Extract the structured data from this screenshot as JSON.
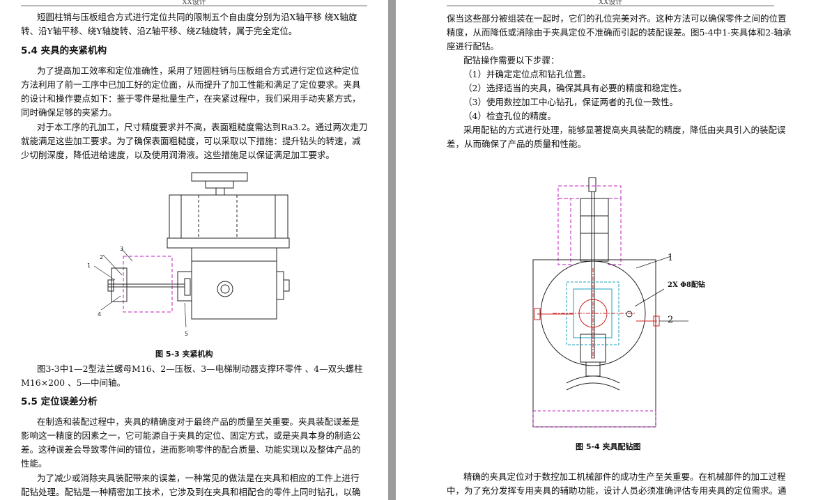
{
  "header": {
    "left": "XX设计",
    "right": "XX设计"
  },
  "left": {
    "intro": [
      "短圆柱销与压板组合方式进行定位共同的限制五个自由度分别为沿X轴平移 绕X轴旋",
      "转、沿Y轴平移、绕Y轴旋转、沿Z轴平移、绕Z轴旋转，属于完全定位。"
    ],
    "heading_54": "5.4  夹具的夹紧机构",
    "para_a": [
      "为了提高加工效率和定位准确性，采用了短圆柱销与压板组合方式进行定位这种定位",
      "方法利用了前一工序中已加工好的定位面，从而提升了加工性能和满足了定位要求。夹具",
      "的设计和操作要点如下：鉴于零件是批量生产，在夹紧过程中，我们采用手动夹紧方式，",
      "同时确保足够的夹紧力。"
    ],
    "para_b": [
      "对于本工序的孔加工，尺寸精度要求并不高，表面粗糙度需达到Ra3.2。通过两次走刀",
      "就能满足这些加工要求。为了确保表面粗糙度，可以采取以下措施：提升钻头的转速，减",
      "少切削深度，降低进给速度，以及使用润滑液。这些措施足以保证满足加工要求。"
    ],
    "figure_labels": [
      "1",
      "2",
      "3",
      "4",
      "5"
    ],
    "caption_53": "图 5-3  夹紧机构",
    "fig_note": [
      "图3-3中1—2型法兰螺母M16、2—压板、3—电梯制动器支撑环零件 、4—双头螺柱",
      "M16×200  、5—中间轴。"
    ],
    "heading_55": "5.5  定位误差分析",
    "para_c": [
      "在制造和装配过程中，夹具的精确度对于最终产品的质量至关重要。夹具装配误差是",
      "影响这一精度的因素之一，它可能源自于夹具的定位、固定方式，或是夹具本身的制造公",
      "差。这种误差会导致零件间的错位，进而影响零件的配合质量、功能实现以及整体产品的",
      "性能。"
    ],
    "para_d": [
      "为了减少或消除夹具装配带来的误差，一种常见的做法是在夹具和相应的工件上进行",
      "配钻处理。配钻是一种精密加工技术，它涉及到在夹具和相配合的零件上同时钻孔，以确"
    ]
  },
  "right": {
    "para_top": [
      "保当这些部分被组装在一起时，它们的孔位完美对齐。这种方法可以确保零件之间的位置",
      "精度，从而降低或消除由于夹具定位不准确而引起的装配误差。图5-4中1-夹具体和2-轴承",
      "座进行配钻。"
    ],
    "steps_title": "配钻操作需要以下步骤：",
    "steps": [
      "（1）并确定定位点和钻孔位置。",
      "（2）选择适当的夹具，确保其具有必要的精度和稳定性。",
      "（3）使用数控加工中心钻孔，保证两者的孔位一致性。",
      "（4）检查孔位的精度。"
    ],
    "para_mid": [
      "采用配钻的方式进行处理，能够显著提高夹具装配的精度，降低由夹具引入的装配误",
      "差，从而确保了产品的质量和性能。"
    ],
    "figure_labels": {
      "one": "1",
      "two": "2",
      "hole": "2X Φ8配钻"
    },
    "caption_54": "图 5-4  夹具配钻图",
    "para_bottom": [
      "精确的夹具定位对于数控加工机械部件的成功生产至关重要。在机械部件的加工过程",
      "中，为了充分发挥专用夹具的辅助功能，设计人员必须准确评估专用夹具的定位需求。通"
    ]
  }
}
